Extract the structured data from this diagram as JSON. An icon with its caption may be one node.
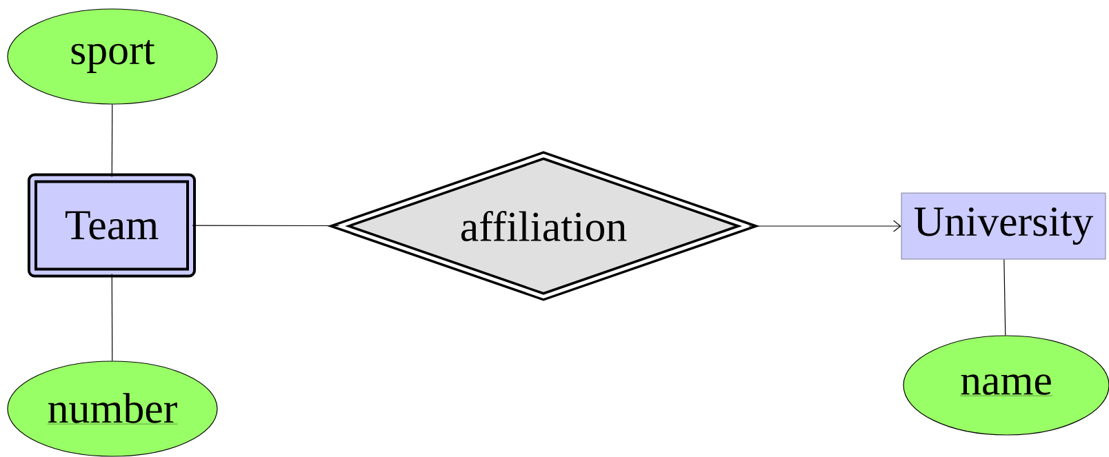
{
  "diagram": {
    "nodes": [
      {
        "text": [
          "sport"
        ]
      },
      {
        "text": [
          "Team"
        ]
      },
      {
        "text": [
          "number"
        ]
      },
      {
        "text": [
          "affiliation"
        ]
      },
      {
        "text": [
          "University"
        ]
      },
      {
        "text": [
          "name"
        ]
      }
    ],
    "edges": [
      {
        "from": 0,
        "to": 1,
        "arrow": "none"
      },
      {
        "from": 1,
        "to": 2,
        "arrow": "none"
      },
      {
        "from": 1,
        "to": 3,
        "arrow": "none"
      },
      {
        "from": 3,
        "to": 4,
        "arrow": "to"
      },
      {
        "from": 4,
        "to": 5,
        "arrow": "none"
      }
    ]
  }
}
